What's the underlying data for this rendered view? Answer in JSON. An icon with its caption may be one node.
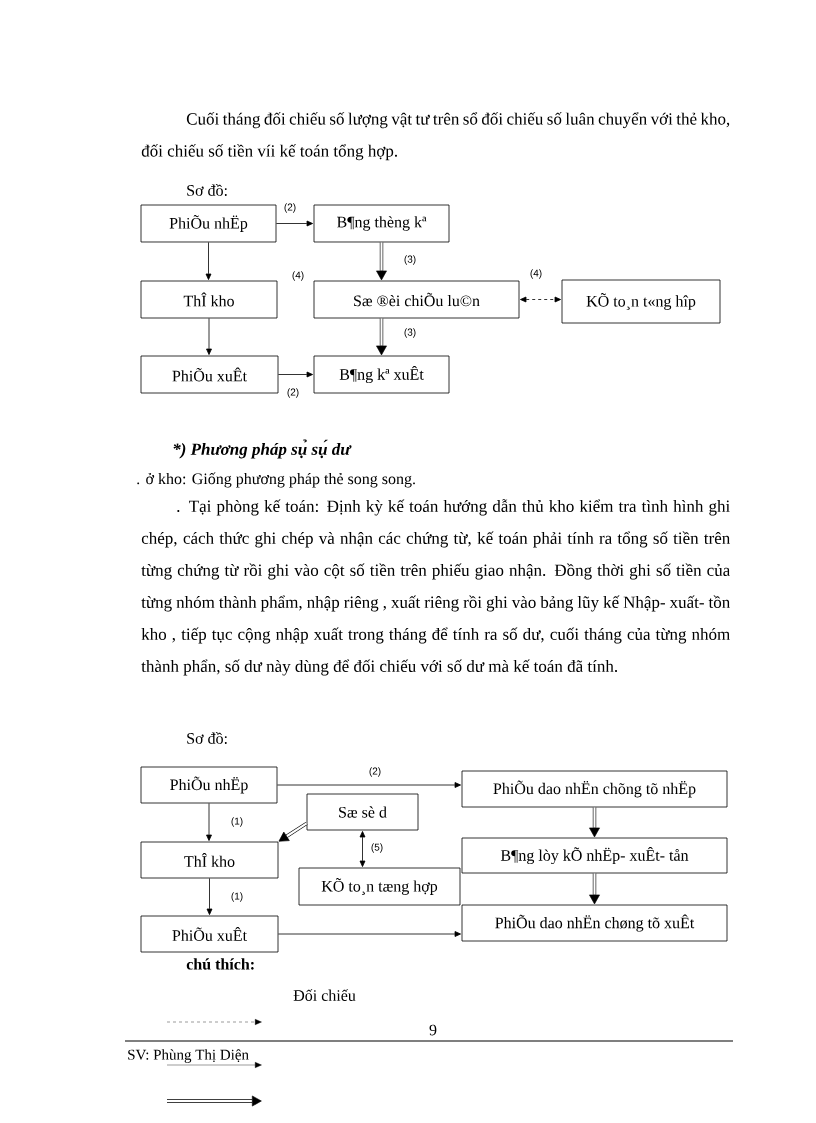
{
  "diagram": {
    "nodes": [
      {
        "text": [
          "PhiÕu nhËp"
        ]
      },
      {
        "text": [
          "B¶ng thèng kª"
        ]
      },
      {
        "text": [
          "ThÎ kho"
        ]
      },
      {
        "text": [
          "Sæ ®èi chiÕu lu©n"
        ]
      },
      {
        "text": [
          "KÕ to¸n t«ng hîp"
        ]
      },
      {
        "text": [
          "PhiÕu xuÊt"
        ]
      },
      {
        "text": [
          "B¶ng kª xuÊt"
        ]
      },
      {
        "text": [
          "PhiÕu nhËp"
        ]
      },
      {
        "text": [
          "PhiÕu dao nhËn chõng tõ nhËp"
        ]
      },
      {
        "text": [
          "Sæ sè d"
        ]
      },
      {
        "text": [
          "ThÎ kho"
        ]
      },
      {
        "text": [
          "B¶ng lòy kÕ nhËp- xuÊt- tån"
        ]
      },
      {
        "text": [
          "KÕ to¸n tæng hợp"
        ]
      },
      {
        "text": [
          "PhiÕu xuÊt"
        ]
      },
      {
        "text": [
          "PhiÕu dao nhËn chøng tõ xuÊt"
        ]
      }
    ],
    "edges": [
      {
        "from": 0,
        "to": 1,
        "arrow": "to",
        "label": "(2)"
      },
      {
        "from": 0,
        "to": 2,
        "arrow": "to"
      },
      {
        "from": 2,
        "to": 5,
        "arrow": "to"
      },
      {
        "from": 1,
        "to": 3,
        "arrow": "to",
        "label": "(3)",
        "style": "thick"
      },
      {
        "from": 3,
        "to": 6,
        "arrow": "to",
        "label": "(3)",
        "style": "thick"
      },
      {
        "from": 3,
        "to": 4,
        "arrow": "both",
        "label": "(4)",
        "style": "dashed"
      },
      {
        "from": 5,
        "to": 6,
        "arrow": "to",
        "label": "(2)"
      },
      {
        "from": 7,
        "to": 8,
        "arrow": "to",
        "label": "(2)"
      },
      {
        "from": 7,
        "to": 10,
        "arrow": "to",
        "label": "(1)"
      },
      {
        "from": 9,
        "to": 10,
        "arrow": "to",
        "style": "thick"
      },
      {
        "from": 9,
        "to": 12,
        "arrow": "both",
        "label": "(5)"
      },
      {
        "from": 10,
        "to": 13,
        "arrow": "to",
        "label": "(1)"
      },
      {
        "from": 8,
        "to": 11,
        "arrow": "to",
        "style": "thick"
      },
      {
        "from": 11,
        "to": 14,
        "arrow": "to",
        "style": "thick"
      },
      {
        "from": 13,
        "to": 14,
        "arrow": "to"
      }
    ],
    "labels": [
      "Cuối tháng đối chiếu số lượng vật tư trên sổ đối chiếu số luân chuyển với thẻ kho, đối chiếu số tiền víi kế toán tổng hợp.",
      "Sơ đồ:",
      "(4)",
      "*) Phương pháp sụ̉ sụ́ dư",
      ". ở kho: Giống phương pháp thẻ song song.",
      ". Tại phòng kế toán: Định kỳ kế toán hướng dẫn thủ kho kiểm tra tình hình ghi chép, cách thức ghi chép và nhận các chứng từ, kế toán phải tính ra tổng số tiền trên từng chứng từ rồi ghi vào cột số tiền trên phiếu giao nhận. Đồng thời ghi số tiền của từng nhóm thành phẩm, nhập riêng , xuất riêng rồi ghi vào bảng lũy kế Nhập- xuất- tồn kho , tiếp tục cộng nhập xuất trong tháng để tính ra số dư, cuối tháng của từng nhóm thành phẩn, số dư này dùng để đối chiếu với số dư mà kế toán đã tính.",
      "Sơ đồ:",
      "chú thích:",
      "9",
      "SV: Phùng Thị Diện"
    ],
    "legend": [
      {
        "text": "Đối chiếu"
      }
    ]
  }
}
